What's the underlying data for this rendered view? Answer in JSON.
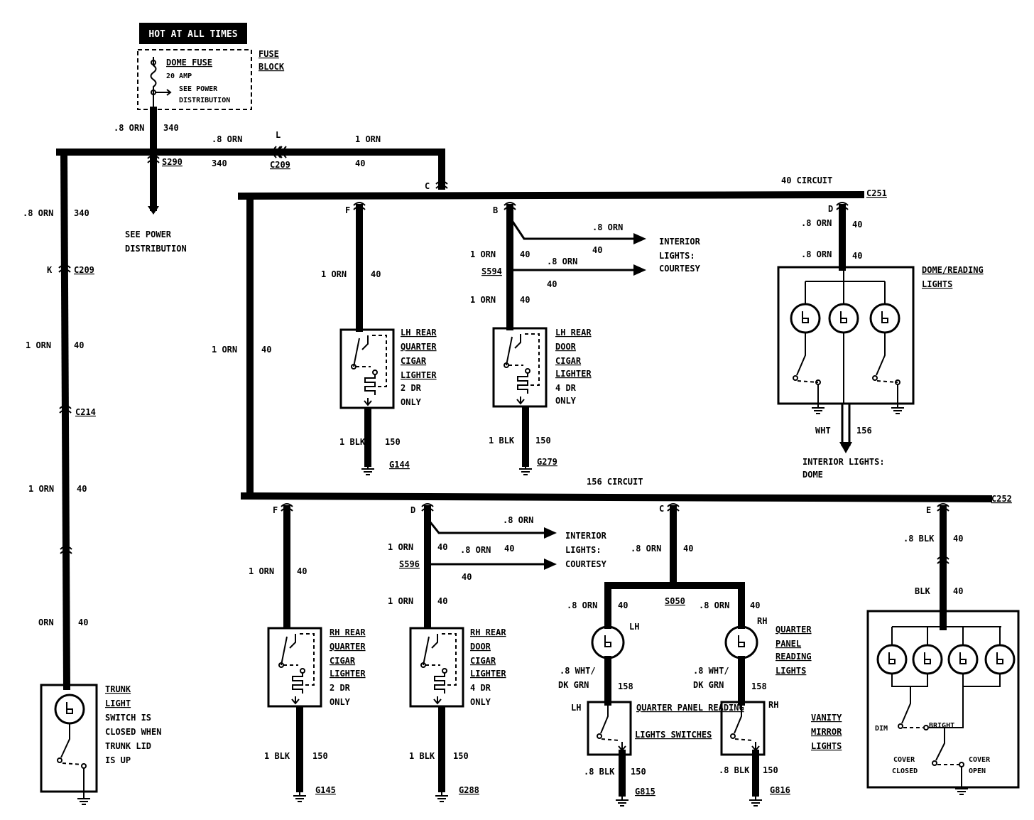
{
  "header": {
    "hot_at_all_times": "HOT AT ALL TIMES"
  },
  "fuse_block": {
    "title_1": "FUSE",
    "title_2": "BLOCK",
    "fuse_name": "DOME FUSE",
    "fuse_rating": "20 AMP",
    "see_power_1": "SEE POWER",
    "see_power_2": "DISTRIBUTION"
  },
  "notes": {
    "see_power_1": "SEE POWER",
    "see_power_2": "DISTRIBUTION"
  },
  "connectors": {
    "s290": "S290",
    "c209": "C209",
    "c214": "C214",
    "c251": "C251",
    "c252": "C252",
    "s594": "S594",
    "s596": "S596",
    "s050": "S050",
    "L": "L",
    "K": "K",
    "C": "C",
    "F": "F",
    "B": "B",
    "D": "D",
    "E": "E",
    "LH": "LH",
    "RH": "RH"
  },
  "circuits": {
    "c40": "40 CIRCUIT",
    "c156": "156 CIRCUIT"
  },
  "wires": {
    "w08orn": ".8 ORN",
    "w1orn": "1 ORN",
    "worn": "ORN",
    "w1blk": "1 BLK",
    "w08blk": ".8 BLK",
    "wblk": "BLK",
    "wwht": "WHT",
    "w08wht": ".8 WHT/",
    "wdkgrn": "DK GRN",
    "n340": "340",
    "n40": "40",
    "n150": "150",
    "n156": "156",
    "n158": "158"
  },
  "components": {
    "lh_quarter": [
      "LH REAR",
      "QUARTER",
      "CIGAR",
      "LIGHTER",
      "2 DR",
      "ONLY"
    ],
    "lh_door": [
      "LH REAR",
      "DOOR",
      "CIGAR",
      "LIGHTER",
      "4 DR",
      "ONLY"
    ],
    "rh_quarter": [
      "RH REAR",
      "QUARTER",
      "CIGAR",
      "LIGHTER",
      "2 DR",
      "ONLY"
    ],
    "rh_door": [
      "RH REAR",
      "DOOR",
      "CIGAR",
      "LIGHTER",
      "4 DR",
      "ONLY"
    ],
    "dome_reading": [
      "DOME/READING",
      "LIGHTS"
    ],
    "interior_courtesy": [
      "INTERIOR",
      "LIGHTS:",
      "COURTESY"
    ],
    "interior_dome": [
      "INTERIOR LIGHTS:",
      "DOME"
    ],
    "quarter_panel": [
      "QUARTER",
      "PANEL",
      "READING",
      "LIGHTS"
    ],
    "qp_switches": [
      "QUARTER PANEL READING",
      "LIGHTS SWITCHES"
    ],
    "vanity": [
      "VANITY",
      "MIRROR",
      "LIGHTS"
    ],
    "trunk": [
      "TRUNK",
      "LIGHT",
      "SWITCH IS",
      "CLOSED WHEN",
      "TRUNK LID",
      "IS UP"
    ],
    "dim": "DIM",
    "bright": "BRIGHT",
    "cover_closed": [
      "COVER",
      "CLOSED"
    ],
    "cover_open": [
      "COVER",
      "OPEN"
    ]
  },
  "grounds": {
    "g144": "G144",
    "g279": "G279",
    "g145": "G145",
    "g288": "G288",
    "g815": "G815",
    "g816": "G816"
  }
}
